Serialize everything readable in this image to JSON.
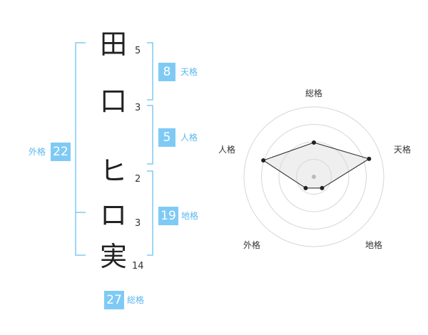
{
  "name_chars": [
    {
      "char": "田",
      "strokes": "5"
    },
    {
      "char": "口",
      "strokes": "3"
    },
    {
      "char": "ヒ",
      "strokes": "2"
    },
    {
      "char": "ロ",
      "strokes": "3"
    },
    {
      "char": "実",
      "strokes": "14"
    }
  ],
  "kaku": {
    "ten": {
      "value": "8",
      "label": "天格"
    },
    "jin": {
      "value": "5",
      "label": "人格"
    },
    "chi": {
      "value": "19",
      "label": "地格"
    },
    "gai": {
      "value": "22",
      "label": "外格"
    },
    "so": {
      "value": "27",
      "label": "総格"
    }
  },
  "colors": {
    "accent": "#7fcaf5",
    "bracket": "#7fcaf5",
    "text": "#222222"
  },
  "chart_data": {
    "type": "radar",
    "axes": [
      "総格",
      "天格",
      "地格",
      "外格",
      "人格"
    ],
    "values": [
      0.49,
      0.83,
      0.2,
      0.2,
      0.76
    ],
    "range": [
      0,
      1
    ],
    "rings": 4,
    "grid": true
  }
}
